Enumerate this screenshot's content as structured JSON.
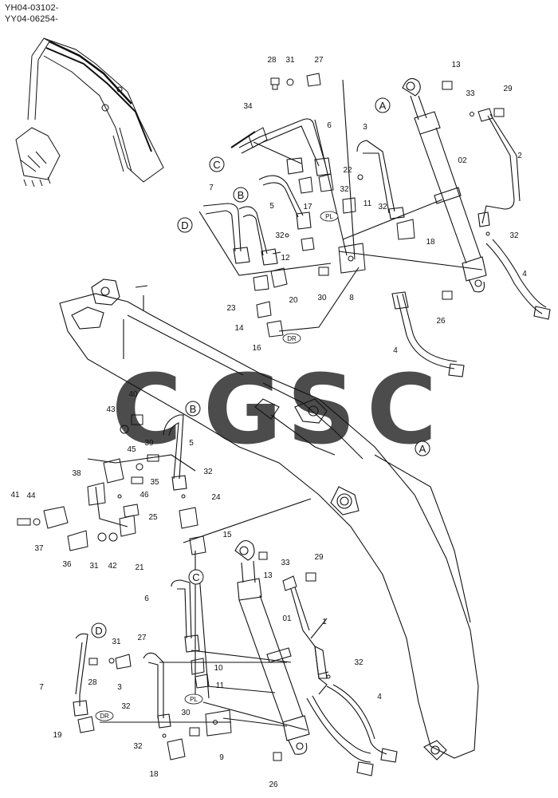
{
  "header": {
    "serial_1": "YH04-03102-",
    "serial_2": "YY04-06254-"
  },
  "callouts": {
    "a": "A",
    "b": "B",
    "c": "C",
    "d": "D"
  },
  "tags": {
    "pl": "PL",
    "dr": "DR"
  },
  "watermark": {
    "letters": [
      "C",
      "G",
      "S",
      "C"
    ],
    "colors": [
      "#5b8ff9",
      "#f4665c",
      "#ffd54f",
      "#4caf7d"
    ]
  },
  "labels": {
    "p28a": "28",
    "p31a": "31",
    "p27a": "27",
    "p13a": "13",
    "p33a": "33",
    "p29a": "29",
    "p34": "34",
    "p6a": "6",
    "p3a": "3",
    "p02": "02",
    "p2": "2",
    "p22": "22",
    "p32a": "32",
    "p17": "17",
    "p11a": "11",
    "p7a": "7",
    "p5a": "5",
    "p32b": "32",
    "p18a": "18",
    "p32c": "32",
    "p32d": "32",
    "p12": "12",
    "p30a": "30",
    "p8": "8",
    "p23": "23",
    "p20": "20",
    "p14": "14",
    "p16": "16",
    "p26a": "26",
    "p4a": "4",
    "p4b": "4",
    "p40": "40",
    "p43": "43",
    "p5b": "5",
    "p45": "45",
    "p39": "39",
    "p38": "38",
    "p35": "35",
    "p32e": "32",
    "p46": "46",
    "p24": "24",
    "p41": "41",
    "p44": "44",
    "p25": "25",
    "p15": "15",
    "p37": "37",
    "p36": "36",
    "p31b": "31",
    "p42": "42",
    "p21": "21",
    "p13b": "13",
    "p33b": "33",
    "p29b": "29",
    "p6b": "6",
    "p01": "01",
    "p1": "1",
    "p31c": "31",
    "p27b": "27",
    "p28b": "28",
    "p10": "10",
    "p32f": "32",
    "p3b": "3",
    "p11b": "11",
    "p7b": "7",
    "p32g": "32",
    "p4c": "4",
    "p19": "19",
    "p30b": "30",
    "p32h": "32",
    "p9": "9",
    "p18b": "18",
    "p26b": "26"
  }
}
